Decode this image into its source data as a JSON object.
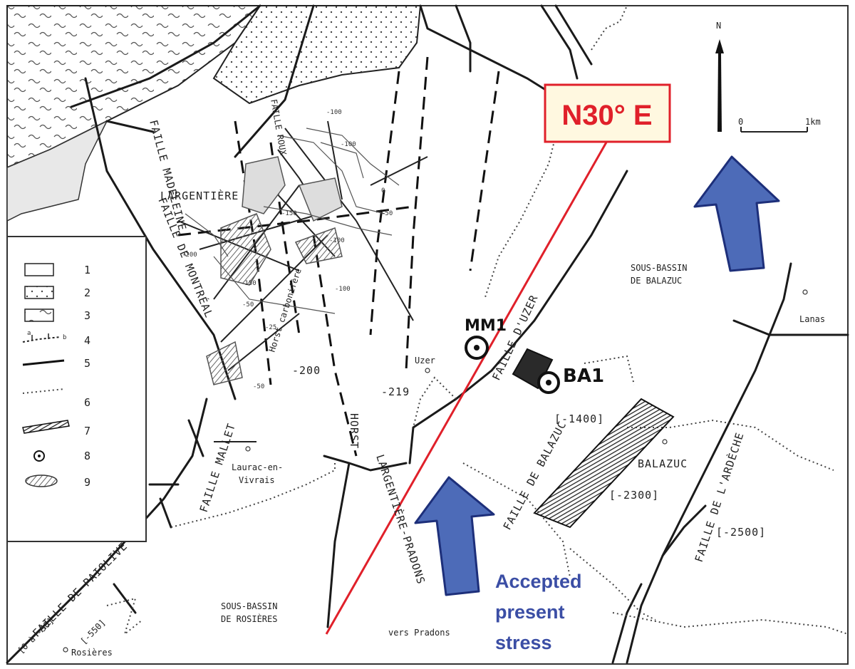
{
  "direction_label": "N30° E",
  "stress_label": {
    "line1": "Accepted",
    "line2": "present",
    "line3": "stress"
  },
  "north_symbol": "N",
  "scale": {
    "start": "0",
    "end": "1km"
  },
  "legend": {
    "items": [
      "1",
      "2",
      "3",
      "4",
      "5",
      "6",
      "7",
      "8",
      "9"
    ],
    "sub_a": "a",
    "sub_b": "b"
  },
  "wells": {
    "mm1": "MM1",
    "ba1": "BA1"
  },
  "places": {
    "largentiere": "LARGENTIÈRE",
    "uzer": "Uzer",
    "laurac_1": "Laurac-en-",
    "laurac_2": "Vivrais",
    "balazuc": "BALAZUC",
    "lanas": "Lanas",
    "rosieres": "Rosières",
    "vers_pradons": "vers Pradons",
    "sb_balazuc_1": "SOUS-BASSIN",
    "sb_balazuc_2": "DE BALAZUC",
    "sb_rosieres_1": "SOUS-BASSIN",
    "sb_rosieres_2": "DE ROSIÈRES"
  },
  "faults": {
    "madeleine": "FAILLE MADELEINE",
    "montreal": "FAILLE DE MONTRÉAL",
    "mallet": "FAILLE MALLET",
    "paiolive": "FAILLE DE PAIOLIVE",
    "uzer": "FAILLE D'UZER",
    "balazuc": "FAILLE DE BALAZUC",
    "ardeche": "FAILLE DE L'ARDÈCHE",
    "roux": "FAILLE ROUX",
    "horst_lp_1": "HORST",
    "horst_lp_2": "LARGENTIÈRE-PRADONS",
    "horst_carb": "Horst carbonifère"
  },
  "depths": {
    "d200": "-200",
    "d219": "-219",
    "d1400": "[-1400]",
    "d2300": "[-2300]",
    "d2500": "[-2500]",
    "d550": "[-550]",
    "d0_50": "[0 à -50]"
  },
  "contours": [
    "-100",
    "-100",
    "0",
    "-50",
    "-150",
    "-100",
    "-100",
    "-200",
    "-150",
    "-50",
    "-25",
    "-50"
  ],
  "colors": {
    "arrow_fill": "#4d6bb8",
    "arrow_stroke": "#1d2f7a",
    "direction_line": "#e0202a",
    "box_fill": "#fff8e0",
    "stress_text": "#3b4ea5"
  }
}
